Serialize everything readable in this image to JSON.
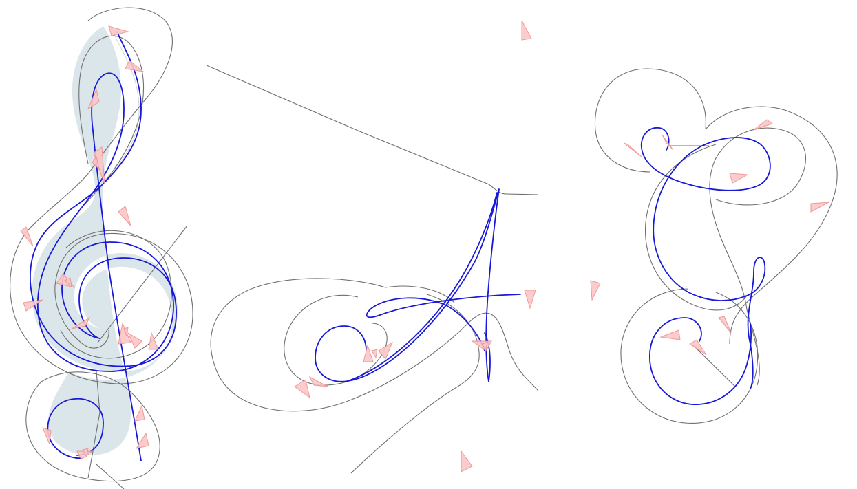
{
  "figure": {
    "background": "#ffffff",
    "colors": {
      "curve": "#1818d8",
      "guide": "#6f6f6f",
      "marker_fill": "#fbc7c7",
      "marker_stroke": "#ef8f8f",
      "region_fill": "#d5e2e8"
    },
    "panels": [
      {
        "name": "treble-clef",
        "marker_count": 20
      },
      {
        "name": "letter-a-flourish",
        "marker_count": 11
      },
      {
        "name": "double-spiral-flourish",
        "marker_count": 8
      }
    ]
  }
}
